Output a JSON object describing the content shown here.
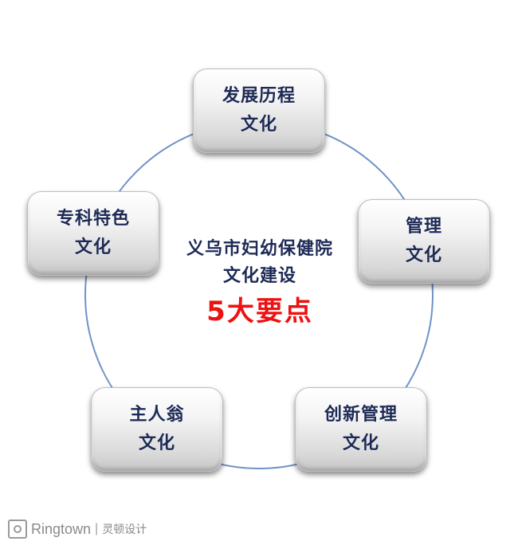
{
  "diagram": {
    "nodes": [
      {
        "line1": "发展历程",
        "line2": "文化"
      },
      {
        "line1": "管理",
        "line2": "文化"
      },
      {
        "line1": "创新管理",
        "line2": "文化"
      },
      {
        "line1": "主人翁",
        "line2": "文化"
      },
      {
        "line1": "专科特色",
        "line2": "文化"
      }
    ],
    "center": {
      "line1": "义乌市妇幼保健院",
      "line2": "文化建设",
      "highlight": "5大要点"
    },
    "ring_color": "#6f93c6",
    "title_color": "#1d2a55",
    "highlight_color": "#ee1111"
  },
  "logo": {
    "brand": "Ringtown",
    "separator": "|",
    "chinese": "灵顿设计"
  }
}
